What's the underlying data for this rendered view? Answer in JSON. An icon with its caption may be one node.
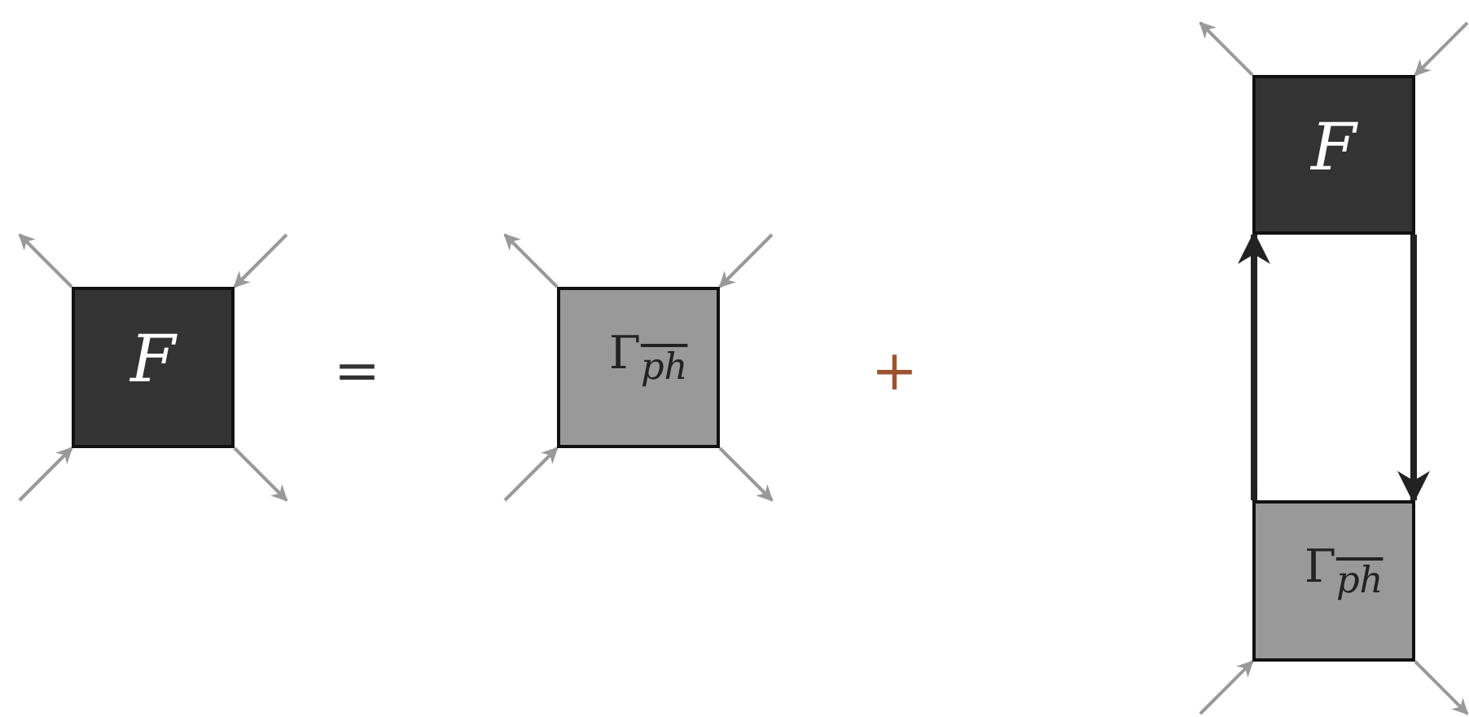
{
  "diagram": {
    "nodes": [
      {
        "text": [
          "F"
        ]
      },
      {
        "text": [
          "Γ$_{ph}$"
        ]
      },
      {
        "text": [
          "F"
        ]
      },
      {
        "text": [
          "Γ$_{ph}$"
        ]
      }
    ],
    "edges": [
      {
        "from": 0,
        "to": null,
        "arrow": "to"
      },
      {
        "from": null,
        "to": 0,
        "arrow": "to"
      },
      {
        "from": null,
        "to": 0,
        "arrow": "to"
      },
      {
        "from": 0,
        "to": null,
        "arrow": "to"
      },
      {
        "from": 1,
        "to": null,
        "arrow": "to"
      },
      {
        "from": null,
        "to": 1,
        "arrow": "to"
      },
      {
        "from": null,
        "to": 1,
        "arrow": "to"
      },
      {
        "from": 1,
        "to": null,
        "arrow": "to"
      },
      {
        "from": 2,
        "to": null,
        "arrow": "to"
      },
      {
        "from": null,
        "to": 2,
        "arrow": "to"
      },
      {
        "from": 3,
        "to": 2,
        "arrow": "to",
        "style": "thick",
        "color": "#222222"
      },
      {
        "from": 2,
        "to": 3,
        "arrow": "to",
        "style": "thick",
        "color": "#222222"
      },
      {
        "from": null,
        "to": 3,
        "arrow": "to"
      },
      {
        "from": 3,
        "to": null,
        "arrow": "to"
      }
    ],
    "labels": [
      "=",
      "+"
    ]
  }
}
